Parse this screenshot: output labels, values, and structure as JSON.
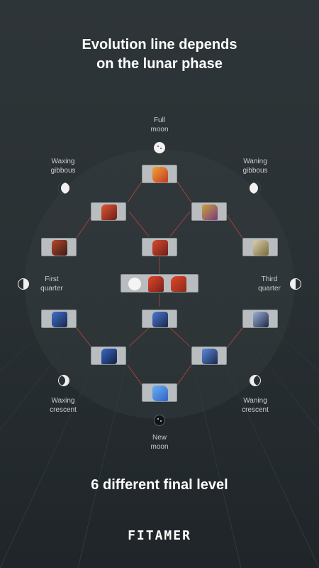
{
  "headline": {
    "line1": "Evolution line depends",
    "line2": "on the lunar phase"
  },
  "phases": {
    "full_moon": [
      "Full",
      "moon"
    ],
    "waxing_gibbous": [
      "Waxing",
      "gibbous"
    ],
    "waning_gibbous": [
      "Waning",
      "gibbous"
    ],
    "first_quarter": [
      "First",
      "quarter"
    ],
    "third_quarter": [
      "Third",
      "quarter"
    ],
    "waxing_crescent": [
      "Waxing",
      "crescent"
    ],
    "waning_crescent": [
      "Waning",
      "crescent"
    ],
    "new_moon": [
      "New",
      "moon"
    ]
  },
  "colors": {
    "fire_red": "#c43a22",
    "fire_orange": "#e9822a",
    "ice_blue": "#2f63c8",
    "dark_navy": "#1b2748",
    "gold": "#c9a23c",
    "card_bg": "#b9bdbf",
    "connector": "#b7453b"
  },
  "subtitle": "6 different final level",
  "brand": "FITAMER"
}
